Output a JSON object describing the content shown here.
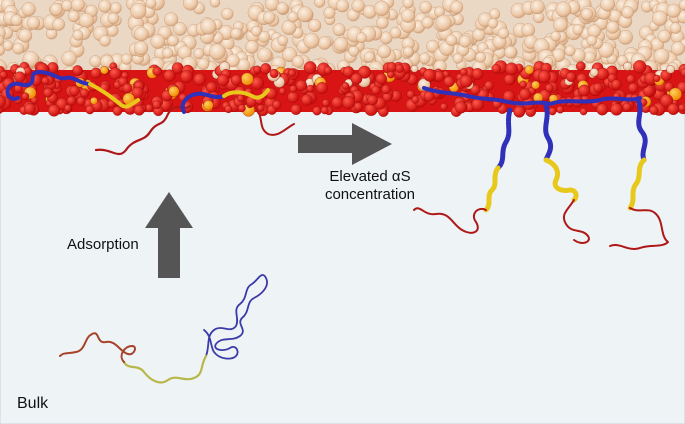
{
  "labels": {
    "adsorption": "Adsorption",
    "elevated_line1": "Elevated αS",
    "elevated_line2": "concentration",
    "bulk": "Bulk"
  },
  "colors": {
    "bulk_background": "#eef3f6",
    "lipid_tail": "#f1d6bf",
    "lipid_head_red": "#e41a1a",
    "lipid_head_orange": "#f59a0c",
    "helix_blue": "#3030b8",
    "helix_yellow": "#e8c81a",
    "tail_red": "#b01818",
    "arrow_gray": "#555555"
  }
}
